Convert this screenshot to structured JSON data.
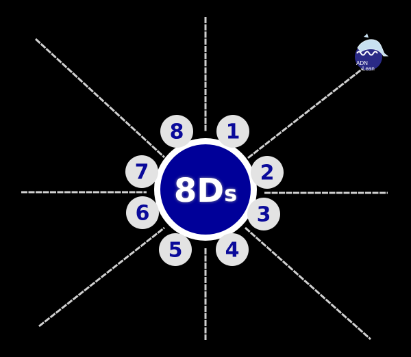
{
  "diagram": {
    "title": "8Ds",
    "title_main": "8D",
    "title_suffix": "s",
    "colors": {
      "background": "#000000",
      "hub_core": "#000099",
      "hub_ring": "#ffffff",
      "step_fill": "#e3e3e3",
      "step_text": "#0a0a9a",
      "spoke": "#d0d0d0"
    },
    "steps": [
      {
        "label": "1"
      },
      {
        "label": "2"
      },
      {
        "label": "3"
      },
      {
        "label": "4"
      },
      {
        "label": "5"
      },
      {
        "label": "6"
      },
      {
        "label": "7"
      },
      {
        "label": "8"
      }
    ]
  },
  "logo": {
    "line1": "ADN",
    "line2": "Lean",
    "icon": "dolphin-wave-icon"
  }
}
